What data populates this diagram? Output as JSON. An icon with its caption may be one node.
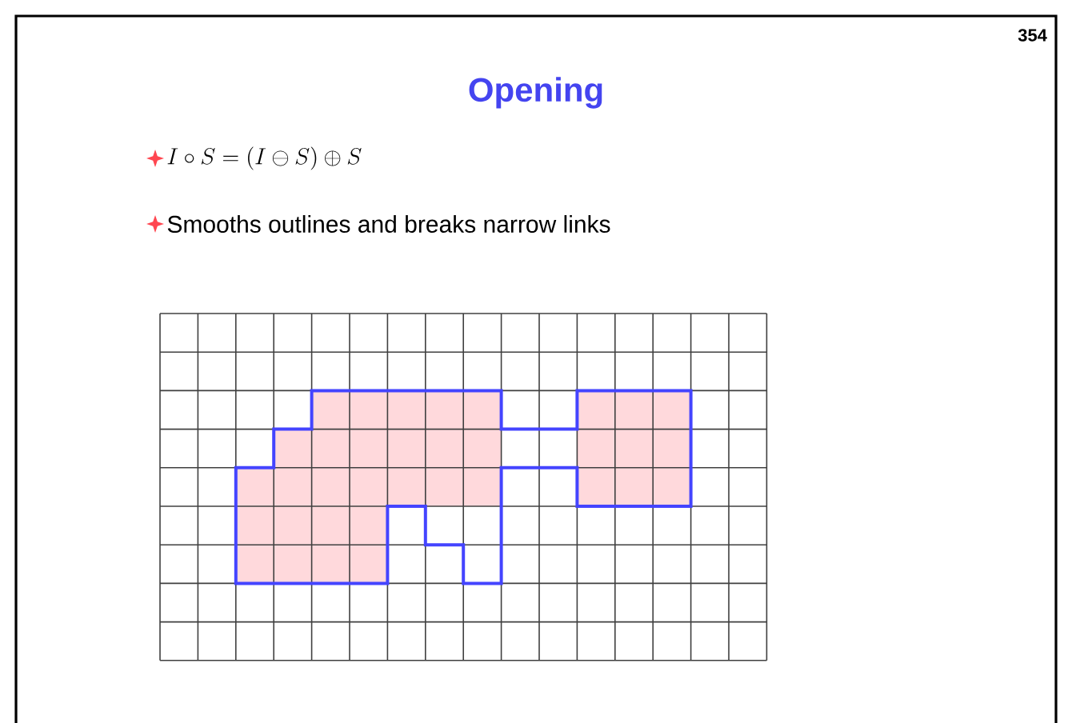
{
  "diagram": {
    "title": "Opening",
    "labels": [
      "354",
      "I \\circ S = (I \\ominus S)\\oplus S",
      "Smooths outlines and breaks narrow links"
    ]
  }
}
